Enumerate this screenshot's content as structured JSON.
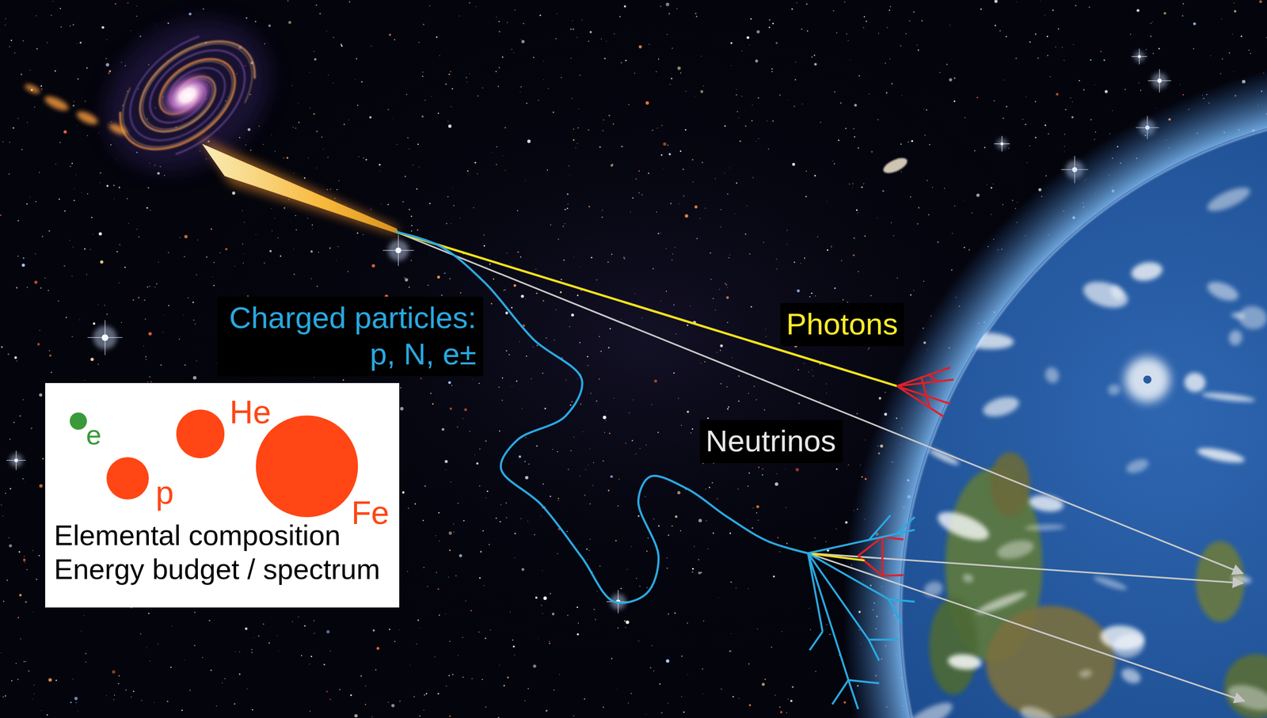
{
  "diagram": {
    "nodes": [
      {
        "text": [
          "Charged particles:",
          "p, N, e±"
        ]
      },
      {
        "text": [
          "Photons"
        ]
      },
      {
        "text": [
          "Neutrinos"
        ]
      },
      {
        "text": [
          "Elemental composition",
          "Energy budget / spectrum"
        ]
      },
      {
        "text": [
          "e"
        ],
        "in": 3
      },
      {
        "text": [
          "He"
        ],
        "in": 3
      },
      {
        "text": [
          "p"
        ],
        "in": 3
      },
      {
        "text": [
          "Fe"
        ],
        "in": 3
      }
    ]
  }
}
